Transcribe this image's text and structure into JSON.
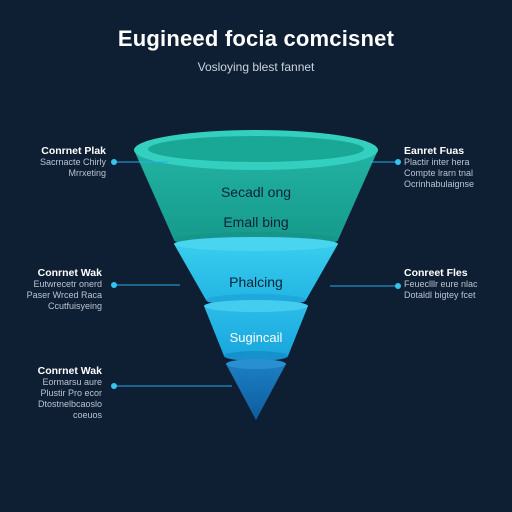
{
  "header": {
    "title": "Eugineed focia comcisnet",
    "subtitle": "Vosloying blest fannet"
  },
  "colors": {
    "background": "#0f1f33",
    "tier1_top": "#2fc6b6",
    "tier1_body": "#1aa896",
    "tier2": "#2ec5e8",
    "tier3": "#1fb3e6",
    "tier4": "#1570b6",
    "connector": "#2aaee8"
  },
  "funnel": {
    "tiers": [
      {
        "labels": [
          "Secadl ong",
          "Emall bing"
        ]
      },
      {
        "labels": [
          "Phalcing"
        ]
      },
      {
        "labels": [
          "Sugincail"
        ]
      },
      {
        "labels": []
      }
    ]
  },
  "callouts": {
    "left": [
      {
        "title": "Conrnet Plak",
        "lines": [
          "Sacrnacte Chirly",
          "Mrrxeting"
        ]
      },
      {
        "title": "Conrnet Wak",
        "lines": [
          "Eutwrecetr onerd",
          "Paser Wrced Raca",
          "Ccutfuisyeing"
        ]
      },
      {
        "title": "Conrnet Wak",
        "lines": [
          "Eormarsu aure",
          "Plustir Pro ecor",
          "Dtostnelbcaoslo",
          "coeuos"
        ]
      }
    ],
    "right": [
      {
        "title": "Eanret Fuas",
        "lines": [
          "Plactir inter hera",
          "Compte lrarn tnal",
          "Ocrinhabulaignse"
        ]
      },
      {
        "title": "Conreet Fles",
        "lines": [
          "Feueclllr eure nlac",
          "Dotaldl bigtey fcet"
        ]
      }
    ]
  }
}
